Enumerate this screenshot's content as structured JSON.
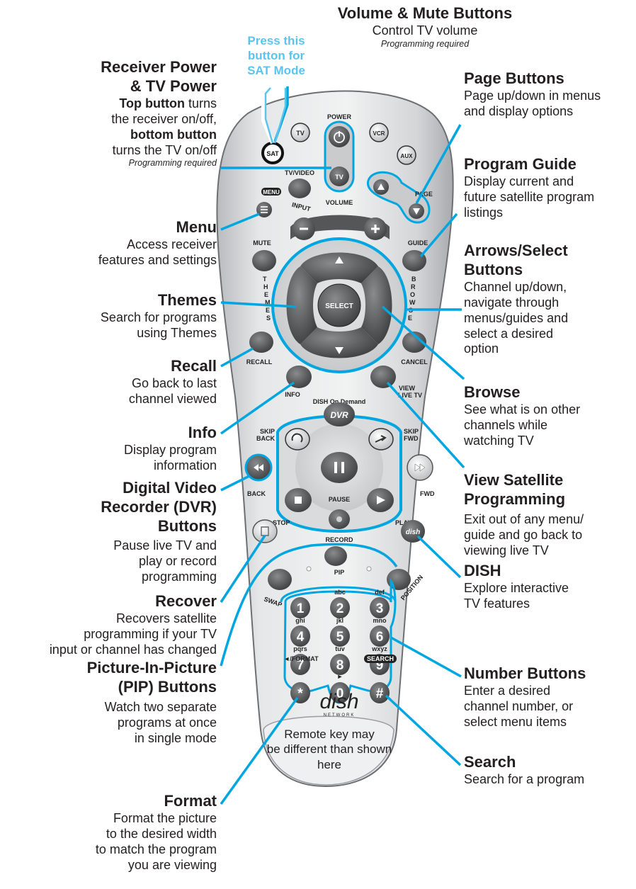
{
  "header": {
    "title": "Volume & Mute Buttons",
    "desc": "Control TV volume",
    "note": "Programming required"
  },
  "sat_mode_callout": [
    "Press this",
    "button for",
    "SAT Mode"
  ],
  "left_labels": {
    "receiver_power": {
      "title": [
        "Receiver Power",
        "& TV Power"
      ],
      "l1_bold": "Top button",
      "l1_rest": " turns",
      "l2": "the receiver on/off,",
      "l3_bold": "bottom button",
      "l4": "turns the TV on/off",
      "note": "Programming required"
    },
    "menu": {
      "title": "Menu",
      "desc": [
        "Access receiver",
        "features and settings"
      ]
    },
    "themes": {
      "title": "Themes",
      "desc": [
        "Search for programs",
        "using Themes"
      ]
    },
    "recall": {
      "title": "Recall",
      "desc": [
        "Go back to last",
        "channel viewed"
      ]
    },
    "info": {
      "title": "Info",
      "desc": [
        "Display program",
        "information"
      ]
    },
    "dvr": {
      "title": [
        "Digital Video",
        "Recorder (DVR)",
        "Buttons"
      ],
      "desc": [
        "Pause live TV and",
        "play or record",
        "programming"
      ]
    },
    "recover": {
      "title": "Recover",
      "desc": [
        "Recovers satellite",
        "programming if your TV",
        "input or channel has changed"
      ]
    },
    "pip": {
      "title": [
        "Picture-In-Picture",
        "(PIP) Buttons"
      ],
      "desc": [
        "Watch two separate",
        "programs at once",
        "in single mode"
      ]
    },
    "format": {
      "title": "Format",
      "desc": [
        "Format the picture",
        "to the desired width",
        "to match the program",
        "you are viewing"
      ]
    }
  },
  "right_labels": {
    "page": {
      "title": "Page Buttons",
      "desc": [
        "Page up/down in menus",
        "and display options"
      ]
    },
    "guide": {
      "title": "Program Guide",
      "desc": [
        "Display current and",
        "future satellite program",
        "listings"
      ]
    },
    "arrows": {
      "title": [
        "Arrows/Select",
        "Buttons"
      ],
      "desc": [
        "Channel up/down,",
        "navigate through",
        "menus/guides and",
        "select a desired",
        "option"
      ]
    },
    "browse": {
      "title": "Browse",
      "desc": [
        "See what is on other",
        "channels while",
        "watching TV"
      ]
    },
    "view_sat": {
      "title": [
        "View Satellite",
        "Programming"
      ],
      "desc": [
        "Exit out of any menu/",
        "guide and go back to",
        "viewing live TV"
      ]
    },
    "dish": {
      "title": "DISH",
      "desc": [
        "Explore interactive",
        "TV features"
      ]
    },
    "number": {
      "title": "Number Buttons",
      "desc": [
        "Enter a desired",
        "channel number, or",
        "select menu items"
      ]
    },
    "search": {
      "title": "Search",
      "desc": [
        "Search for a program"
      ]
    }
  },
  "remote": {
    "buttons": {
      "tv": "TV",
      "power": "POWER",
      "vcr": "VCR",
      "sat": "SAT",
      "aux": "AUX",
      "tv_power": "TV",
      "tvvideo": "TV/VIDEO",
      "input": "INPUT",
      "page": "PAGE",
      "menu": "MENU",
      "volume": "VOLUME",
      "mute": "MUTE",
      "guide": "GUIDE",
      "select": "SELECT",
      "themes": "THEMES",
      "browse": "BROWSE",
      "recall": "RECALL",
      "cancel": "CANCEL",
      "info": "INFO",
      "view_live": "VIEW",
      "view_live2": "LIVE TV",
      "dvr": "DVR",
      "dish_on_demand": "DISH On Demand",
      "skip_back": "SKIP",
      "skip_back2": "BACK",
      "skip_fwd": "SKIP",
      "skip_fwd2": "FWD",
      "back": "BACK",
      "fwd": "FWD",
      "stop": "STOP",
      "pause": "PAUSE",
      "play": "PLAY",
      "record": "RECORD",
      "swap": "SWAP",
      "pip": "PIP",
      "position": "POSITION",
      "format": "◄/FORMAT",
      "zero_label": "►",
      "search": "SEARCH"
    },
    "keypad": [
      {
        "key": "1",
        "letters": ""
      },
      {
        "key": "2",
        "letters": "abc"
      },
      {
        "key": "3",
        "letters": "def"
      },
      {
        "key": "4",
        "letters": "ghi"
      },
      {
        "key": "5",
        "letters": "jkl"
      },
      {
        "key": "6",
        "letters": "mno"
      },
      {
        "key": "7",
        "letters": "pqrs"
      },
      {
        "key": "8",
        "letters": "tuv"
      },
      {
        "key": "9",
        "letters": "wxyz"
      },
      {
        "key": "*",
        "letters": ""
      },
      {
        "key": "0",
        "letters": ""
      },
      {
        "key": "#",
        "letters": ""
      }
    ],
    "logo": "dish",
    "logo_sub": "NETWORK",
    "footer_note": [
      "Remote key may",
      "be different than shown",
      "here"
    ]
  },
  "colors": {
    "accent": "#00a6e0",
    "callout": "#5bc4ee",
    "remote_body": "#d6d8da",
    "button_dark": "#4a4b4d"
  }
}
